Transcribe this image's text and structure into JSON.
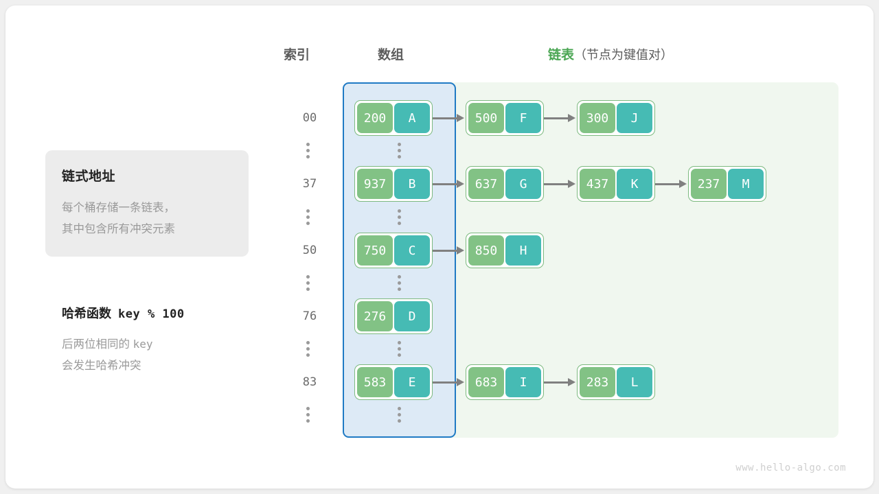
{
  "headers": {
    "index": "索引",
    "array": "数组",
    "list": "链表",
    "list_sub": "（节点为键值对）"
  },
  "info_card": {
    "title": "链式地址",
    "line1": "每个桶存储一条链表，",
    "line2": "其中包含所有冲突元素"
  },
  "hash_note": {
    "title_label": "哈希函数",
    "title_formula": "key % 100",
    "line1_a": "后两位相同的",
    "line1_b": "key",
    "line2": "会发生哈希冲突"
  },
  "colors": {
    "node_key": "#82c285",
    "node_value": "#46bbb4",
    "node_border": "#7cb97f",
    "array_panel_fill": "#ddeaf6",
    "array_panel_border": "#1f7ac4",
    "list_panel_fill": "#f0f7ef",
    "accent_green": "#4aa653",
    "arrow": "#808080",
    "info_card_bg": "#ececec"
  },
  "rows": [
    {
      "index": "00",
      "bucket": {
        "key": "200",
        "value": "A"
      },
      "chain": [
        {
          "key": "500",
          "value": "F"
        },
        {
          "key": "300",
          "value": "J"
        }
      ]
    },
    {
      "index": "37",
      "bucket": {
        "key": "937",
        "value": "B"
      },
      "chain": [
        {
          "key": "637",
          "value": "G"
        },
        {
          "key": "437",
          "value": "K"
        },
        {
          "key": "237",
          "value": "M"
        }
      ]
    },
    {
      "index": "50",
      "bucket": {
        "key": "750",
        "value": "C"
      },
      "chain": [
        {
          "key": "850",
          "value": "H"
        }
      ]
    },
    {
      "index": "76",
      "bucket": {
        "key": "276",
        "value": "D"
      },
      "chain": []
    },
    {
      "index": "83",
      "bucket": {
        "key": "583",
        "value": "E"
      },
      "chain": [
        {
          "key": "683",
          "value": "I"
        },
        {
          "key": "283",
          "value": "L"
        }
      ]
    }
  ],
  "ellipsis_rows": 5,
  "footer": {
    "url": "www.hello-algo.com"
  }
}
